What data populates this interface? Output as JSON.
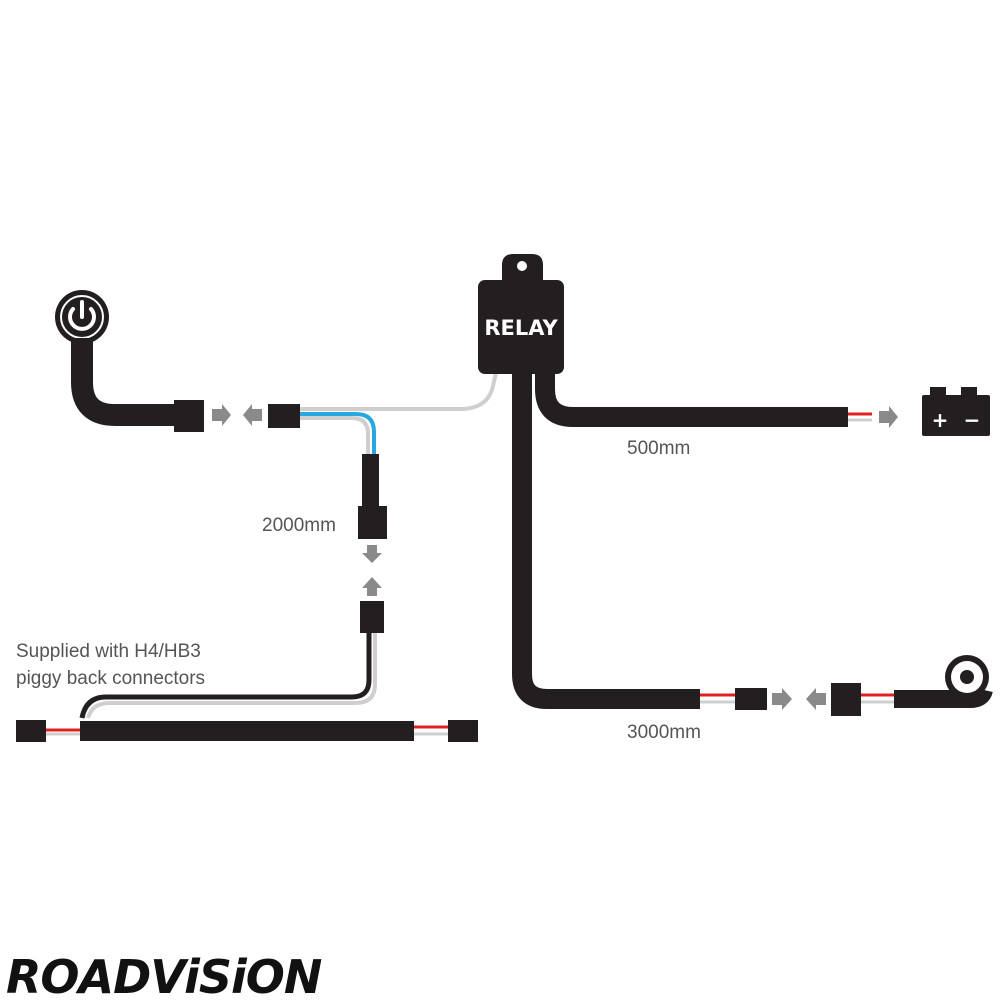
{
  "relay": {
    "label": "RELAY"
  },
  "lengths": {
    "battery_lead": "500mm",
    "switch_lead": "2000mm",
    "light_lead": "3000mm"
  },
  "note": {
    "line1": "Supplied with H4/HB3",
    "line2": "piggy back connectors"
  },
  "battery": {
    "plus": "+",
    "minus": "−"
  },
  "brand": {
    "name": "ROADViSiON"
  },
  "colors": {
    "cable": "#231f20",
    "wire_grey": "#cfcfcf",
    "wire_blue": "#29a8e0",
    "wire_red": "#e02020",
    "arrow": "#8a8a8a"
  }
}
